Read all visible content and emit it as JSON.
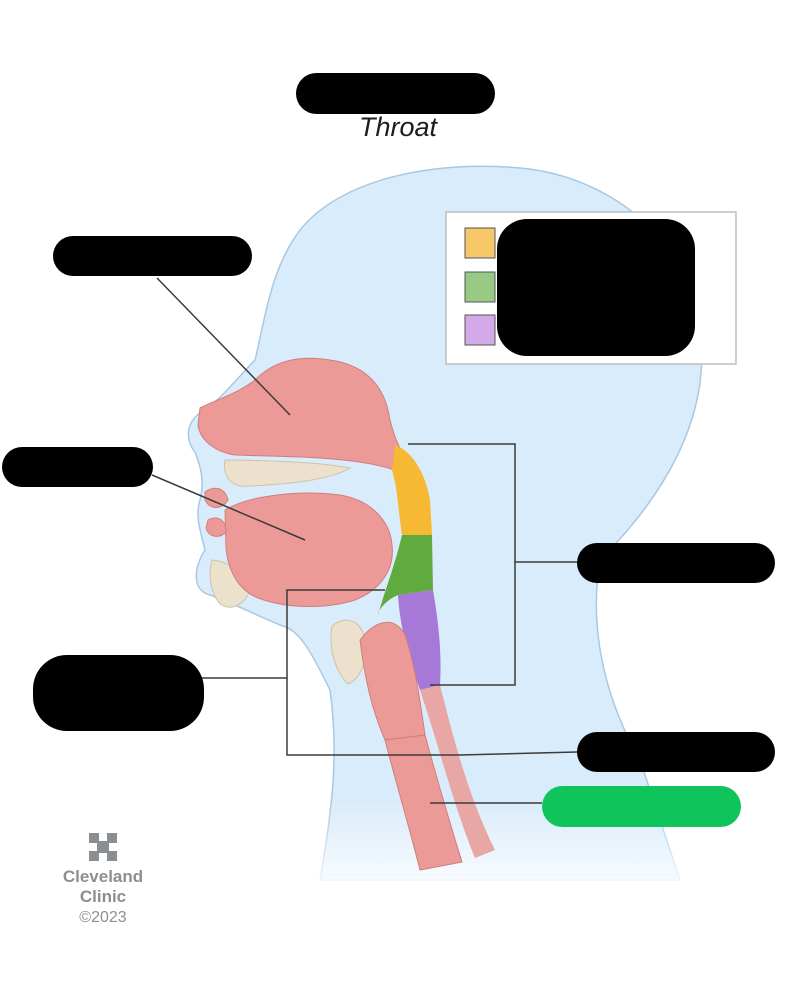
{
  "diagram": {
    "title": "Throat",
    "legend": {
      "swatches": [
        {
          "color": "#f7c86a"
        },
        {
          "color": "#98c985"
        },
        {
          "color": "#d4a9ea"
        }
      ]
    },
    "redacted_labels": [
      {
        "name": "heading-redaction",
        "color": "#000000"
      },
      {
        "name": "nasal-cavity-label-redaction",
        "color": "#000000"
      },
      {
        "name": "mouth-label-redaction",
        "color": "#000000"
      },
      {
        "name": "throat-region-label-redaction",
        "color": "#000000"
      },
      {
        "name": "pharynx-label-redaction",
        "color": "#000000"
      },
      {
        "name": "esophagus-label-redaction",
        "color": "#000000"
      },
      {
        "name": "trachea-label-highlight",
        "color": "#10c45c"
      },
      {
        "name": "legend-text-redaction",
        "color": "#000000"
      }
    ]
  },
  "branding": {
    "org_line1": "Cleveland",
    "org_line2": "Clinic",
    "copyright": "©2023"
  },
  "colors": {
    "head_fill": "#d9ecfb",
    "head_stroke": "#a9c8e2",
    "tissue_pink": "#ec9a98",
    "bone": "#ece1cc",
    "nasopharynx": "#f7b833",
    "oropharynx": "#5fab3f",
    "laryngopharynx": "#a679d8",
    "leader_line": "#3b3b3b"
  }
}
